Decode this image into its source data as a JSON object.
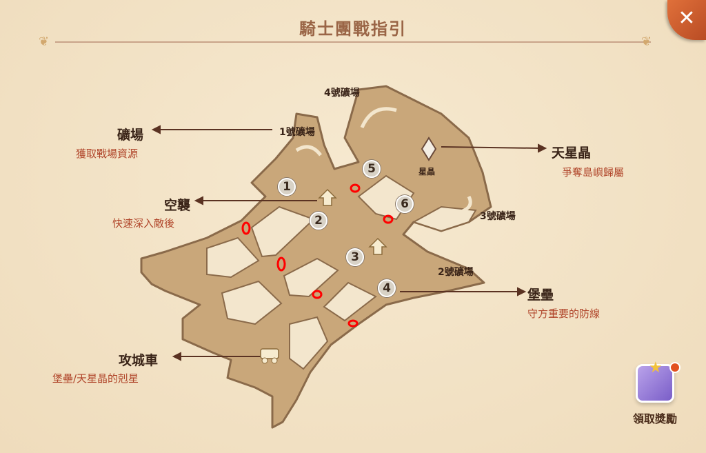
{
  "header": {
    "title": "騎士團戰指引",
    "close_label": "✕"
  },
  "map": {
    "mines": {
      "mine1": "1號礦場",
      "mine2": "2號礦場",
      "mine3": "3號礦場",
      "mine4": "4號礦場"
    },
    "crystal_label": "星晶",
    "markers": [
      "1",
      "2",
      "3",
      "4",
      "5",
      "6"
    ]
  },
  "legend": {
    "mine": {
      "title": "礦場",
      "desc": "獲取戰場資源"
    },
    "airstrike": {
      "title": "空襲",
      "desc": "快速深入敵後"
    },
    "siege": {
      "title": "攻城車",
      "desc": "堡壘/天星晶的剋星"
    },
    "crystal": {
      "title": "天星晶",
      "desc": "爭奪島嶼歸屬"
    },
    "fortress": {
      "title": "堡壘",
      "desc": "守方重要的防線"
    }
  },
  "reward": {
    "label": "領取獎勵",
    "has_notification": true
  },
  "colors": {
    "map_fill": "#c9a77a",
    "outline": "#8a6a4a",
    "accent": "#b0452a",
    "gate": "#ff0000"
  }
}
